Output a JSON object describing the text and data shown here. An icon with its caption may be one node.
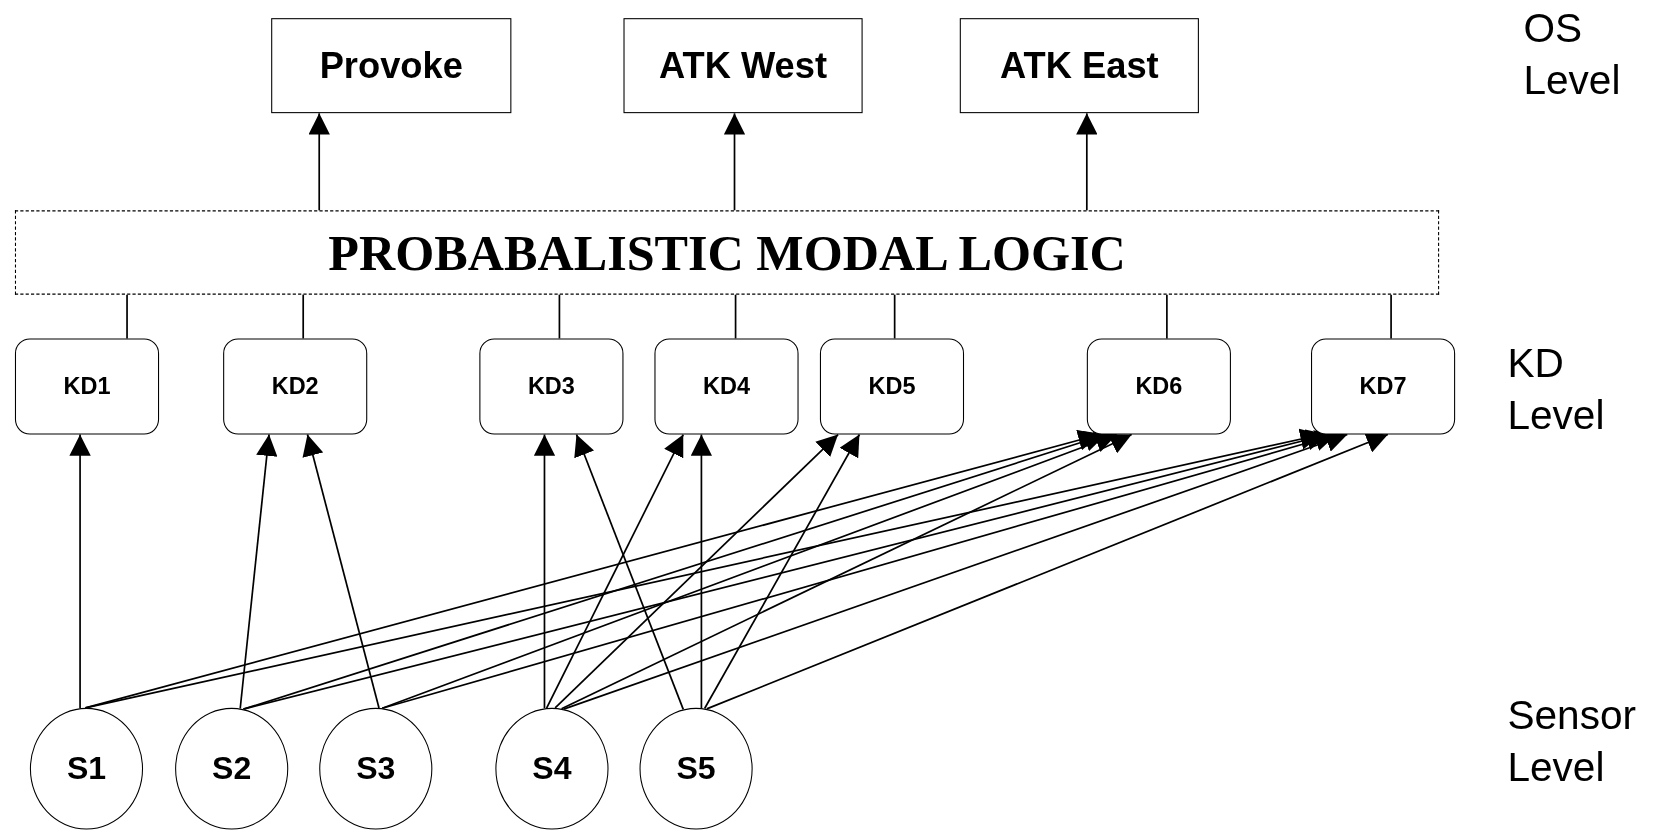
{
  "diagram": {
    "nodes": [
      {
        "text": [
          "Provoke"
        ]
      },
      {
        "text": [
          "ATK West"
        ]
      },
      {
        "text": [
          "ATK East"
        ]
      },
      {
        "text": [
          "PROBABALISTIC MODAL LOGIC"
        ]
      },
      {
        "text": [
          "KD1"
        ]
      },
      {
        "text": [
          "KD2"
        ]
      },
      {
        "text": [
          "KD3"
        ]
      },
      {
        "text": [
          "KD4"
        ]
      },
      {
        "text": [
          "KD5"
        ]
      },
      {
        "text": [
          "KD6"
        ]
      },
      {
        "text": [
          "KD7"
        ]
      },
      {
        "text": [
          "S1"
        ]
      },
      {
        "text": [
          "S2"
        ]
      },
      {
        "text": [
          "S3"
        ]
      },
      {
        "text": [
          "S4"
        ]
      },
      {
        "text": [
          "S5"
        ]
      }
    ],
    "edges": [
      {
        "from": 3,
        "to": 0,
        "arrow": "to"
      },
      {
        "from": 3,
        "to": 1,
        "arrow": "to"
      },
      {
        "from": 3,
        "to": 2,
        "arrow": "to"
      },
      {
        "from": 4,
        "to": 3,
        "arrow": "none"
      },
      {
        "from": 5,
        "to": 3,
        "arrow": "none"
      },
      {
        "from": 6,
        "to": 3,
        "arrow": "none"
      },
      {
        "from": 7,
        "to": 3,
        "arrow": "none"
      },
      {
        "from": 8,
        "to": 3,
        "arrow": "none"
      },
      {
        "from": 9,
        "to": 3,
        "arrow": "none"
      },
      {
        "from": 10,
        "to": 3,
        "arrow": "none"
      },
      {
        "from": 11,
        "to": 4,
        "arrow": "to"
      },
      {
        "from": 11,
        "to": 9,
        "arrow": "to"
      },
      {
        "from": 11,
        "to": 10,
        "arrow": "to"
      },
      {
        "from": 12,
        "to": 5,
        "arrow": "to"
      },
      {
        "from": 12,
        "to": 9,
        "arrow": "to"
      },
      {
        "from": 12,
        "to": 10,
        "arrow": "to"
      },
      {
        "from": 13,
        "to": 5,
        "arrow": "to"
      },
      {
        "from": 13,
        "to": 9,
        "arrow": "to"
      },
      {
        "from": 13,
        "to": 10,
        "arrow": "to"
      },
      {
        "from": 14,
        "to": 6,
        "arrow": "to"
      },
      {
        "from": 14,
        "to": 7,
        "arrow": "to"
      },
      {
        "from": 14,
        "to": 8,
        "arrow": "to"
      },
      {
        "from": 14,
        "to": 9,
        "arrow": "to"
      },
      {
        "from": 14,
        "to": 10,
        "arrow": "to"
      },
      {
        "from": 15,
        "to": 6,
        "arrow": "to"
      },
      {
        "from": 15,
        "to": 7,
        "arrow": "to"
      },
      {
        "from": 15,
        "to": 8,
        "arrow": "to"
      },
      {
        "from": 15,
        "to": 10,
        "arrow": "to"
      }
    ],
    "labels": [
      "OS Level",
      "KD Level",
      "Sensor Level"
    ]
  }
}
